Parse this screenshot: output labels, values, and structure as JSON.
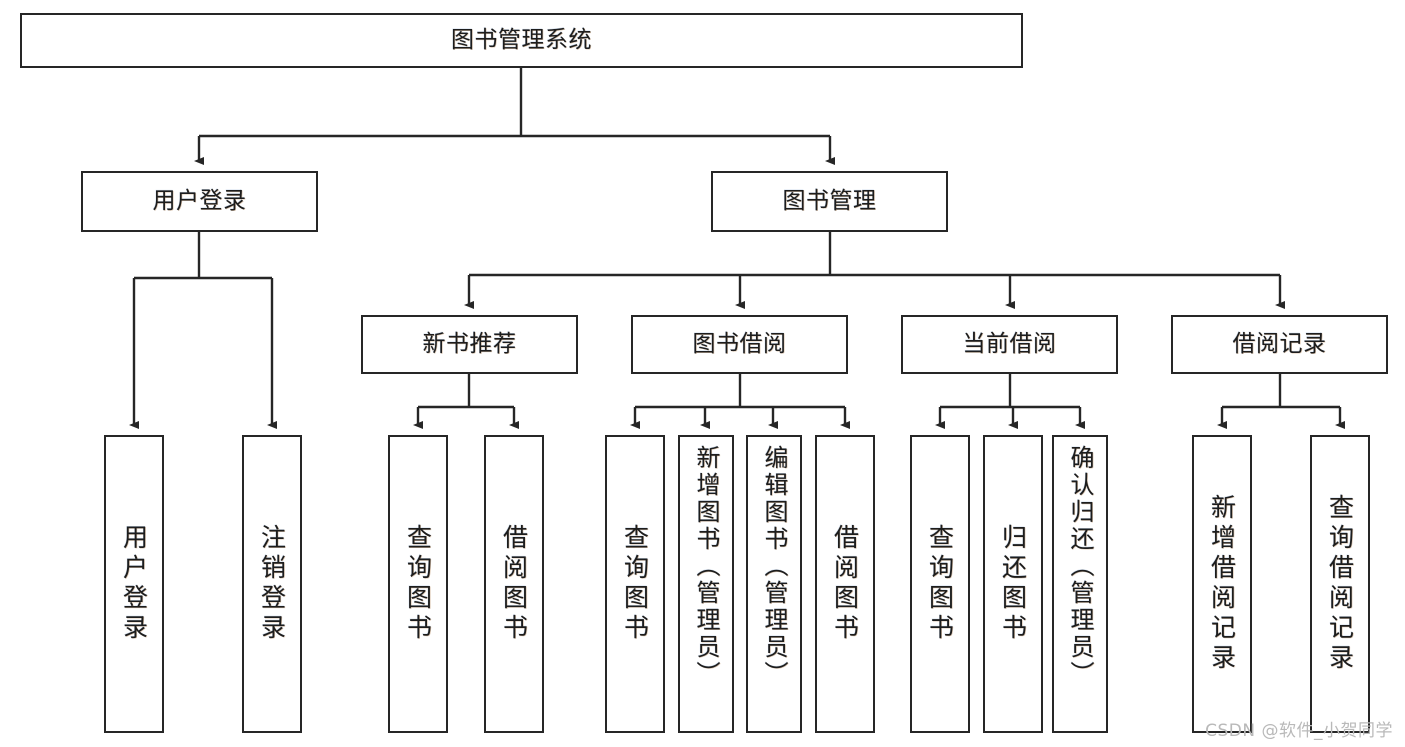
{
  "diagram": {
    "title": "图书管理系统",
    "type": "hierarchy-tree",
    "background_color": "#ffffff",
    "line_color": "#262626",
    "watermark": "CSDN @软件_小贺同学",
    "levels": {
      "root": {
        "label": "图书管理系统"
      },
      "level1": [
        {
          "id": "user-login",
          "label": "用户登录"
        },
        {
          "id": "book-manage",
          "label": "图书管理"
        }
      ],
      "level2": [
        {
          "id": "new-book-recommend",
          "label": "新书推荐"
        },
        {
          "id": "book-borrow",
          "label": "图书借阅"
        },
        {
          "id": "current-borrow",
          "label": "当前借阅"
        },
        {
          "id": "borrow-record",
          "label": "借阅记录"
        }
      ],
      "leaves": [
        {
          "id": "leaf-user-login",
          "label": "用户登录"
        },
        {
          "id": "leaf-logout",
          "label": "注销登录"
        },
        {
          "id": "leaf-query-book-1",
          "label": "查询图书"
        },
        {
          "id": "leaf-borrow-book-1",
          "label": "借阅图书"
        },
        {
          "id": "leaf-query-book-2",
          "label": "查询图书"
        },
        {
          "id": "leaf-add-book",
          "label": "新增图书（管理员）"
        },
        {
          "id": "leaf-edit-book",
          "label": "编辑图书（管理员）"
        },
        {
          "id": "leaf-borrow-book-2",
          "label": "借阅图书"
        },
        {
          "id": "leaf-query-book-3",
          "label": "查询图书"
        },
        {
          "id": "leaf-return-book",
          "label": "归还图书"
        },
        {
          "id": "leaf-confirm-return",
          "label": "确认归还（管理员）"
        },
        {
          "id": "leaf-add-record",
          "label": "新增借阅记录"
        },
        {
          "id": "leaf-query-record",
          "label": "查询借阅记录"
        }
      ]
    }
  }
}
